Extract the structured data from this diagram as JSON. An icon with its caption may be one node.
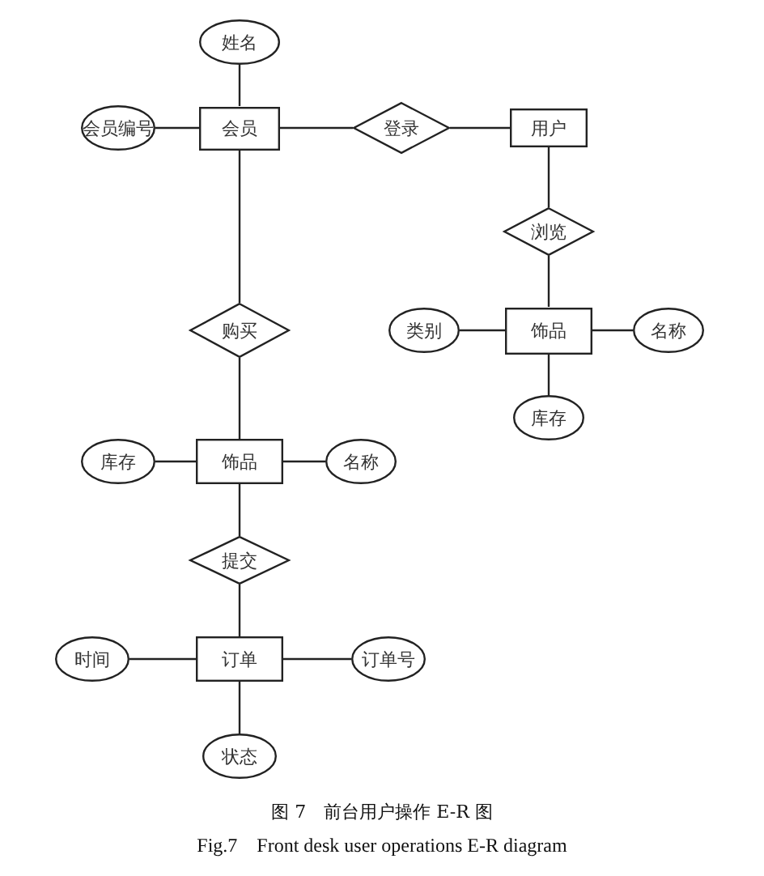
{
  "diagram": {
    "title": "图 7　前台用户操作 E-R 图",
    "caption": "Fig.7　Front desk user operations E-R diagram",
    "nodes": [
      {
        "text": [
          "姓名"
        ]
      },
      {
        "text": [
          "会员"
        ]
      },
      {
        "text": [
          "会员编号"
        ]
      },
      {
        "text": [
          "登录"
        ]
      },
      {
        "text": [
          "用户"
        ]
      },
      {
        "text": [
          "浏览"
        ]
      },
      {
        "text": [
          "饰品"
        ]
      },
      {
        "text": [
          "类别"
        ]
      },
      {
        "text": [
          "名称"
        ]
      },
      {
        "text": [
          "库存"
        ]
      },
      {
        "text": [
          "购买"
        ]
      },
      {
        "text": [
          "饰品"
        ]
      },
      {
        "text": [
          "库存"
        ]
      },
      {
        "text": [
          "名称"
        ]
      },
      {
        "text": [
          "提交"
        ]
      },
      {
        "text": [
          "订单"
        ]
      },
      {
        "text": [
          "时间"
        ]
      },
      {
        "text": [
          "订单号"
        ]
      },
      {
        "text": [
          "状态"
        ]
      }
    ],
    "edges": [
      {
        "from": 0,
        "to": 1,
        "arrow": "none"
      },
      {
        "from": 2,
        "to": 1,
        "arrow": "none"
      },
      {
        "from": 1,
        "to": 3,
        "arrow": "none"
      },
      {
        "from": 3,
        "to": 4,
        "arrow": "none"
      },
      {
        "from": 4,
        "to": 5,
        "arrow": "none"
      },
      {
        "from": 5,
        "to": 6,
        "arrow": "none"
      },
      {
        "from": 7,
        "to": 6,
        "arrow": "none"
      },
      {
        "from": 6,
        "to": 8,
        "arrow": "none"
      },
      {
        "from": 6,
        "to": 9,
        "arrow": "none"
      },
      {
        "from": 1,
        "to": 10,
        "arrow": "none"
      },
      {
        "from": 10,
        "to": 11,
        "arrow": "none"
      },
      {
        "from": 12,
        "to": 11,
        "arrow": "none"
      },
      {
        "from": 11,
        "to": 13,
        "arrow": "none"
      },
      {
        "from": 11,
        "to": 14,
        "arrow": "none"
      },
      {
        "from": 14,
        "to": 15,
        "arrow": "none"
      },
      {
        "from": 16,
        "to": 15,
        "arrow": "none"
      },
      {
        "from": 15,
        "to": 17,
        "arrow": "none"
      },
      {
        "from": 15,
        "to": 18,
        "arrow": "none"
      }
    ]
  }
}
